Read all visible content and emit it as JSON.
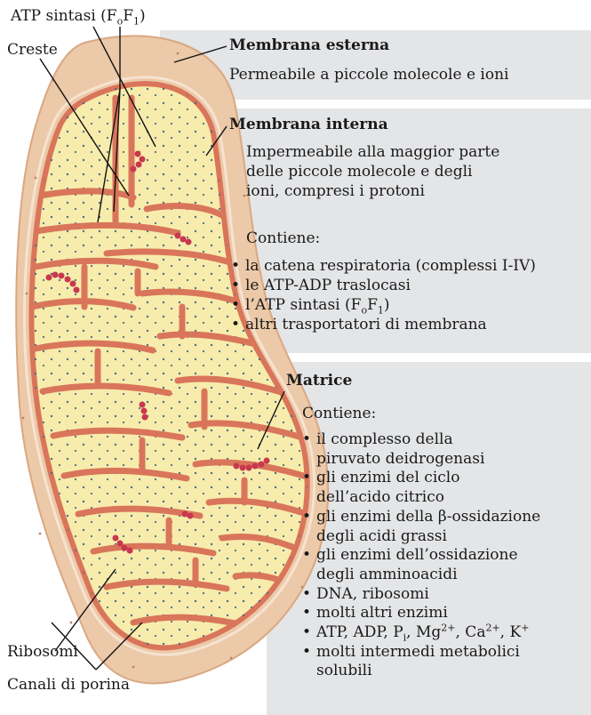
{
  "labels": {
    "atp_synthase": "ATP sintasi (F",
    "atp_synthase_sub1": "o",
    "atp_synthase_mid": "F",
    "atp_synthase_sub2": "1",
    "atp_synthase_end": ")",
    "cristae": "Creste",
    "ribosomes": "Ribosomi",
    "porin_channels": "Canali di porina"
  },
  "outer_membrane": {
    "title": "Membrana esterna",
    "desc": "Permeabile a piccole molecole e ioni"
  },
  "inner_membrane": {
    "title": "Membrana interna",
    "desc_lines": [
      "Impermeabile alla maggior parte",
      "delle piccole molecole e degli",
      "ioni, compresi i protoni"
    ],
    "contains_label": "Contiene:",
    "items": [
      "la catena respiratoria (complessi I-IV)",
      "le ATP-ADP traslocasi",
      "l’ATP sintasi (F",
      "altri trasportatori di membrana"
    ],
    "atp_item_sub1": "o",
    "atp_item_mid": "F",
    "atp_item_sub2": "1",
    "atp_item_end": ")"
  },
  "matrix": {
    "title": "Matrice",
    "contains_label": "Contiene:",
    "items": [
      "il complesso della",
      "piruvato deidrogenasi",
      "gli enzimi del ciclo",
      "dell’acido citrico",
      "gli enzimi della β-ossidazione",
      "degli acidi grassi",
      "gli enzimi dell’ossidazione",
      "degli amminoacidi",
      "DNA, ribosomi",
      "molti altri enzimi",
      "ATP, ADP, P",
      "molti intermedi metabolici",
      "solubili"
    ],
    "ions": {
      "pi_sub": "i",
      "mg": ", Mg",
      "mg_sup": "2+",
      "ca": ", Ca",
      "ca_sup": "2+",
      "k": ", K",
      "k_sup": "+"
    }
  },
  "colors": {
    "panel_bg": "#e4e5e7",
    "outer_membrane": "#ecc9a8",
    "inner_membrane": "#d9755a",
    "matrix": "#f7ecab",
    "ribosome": "#c8384e"
  }
}
